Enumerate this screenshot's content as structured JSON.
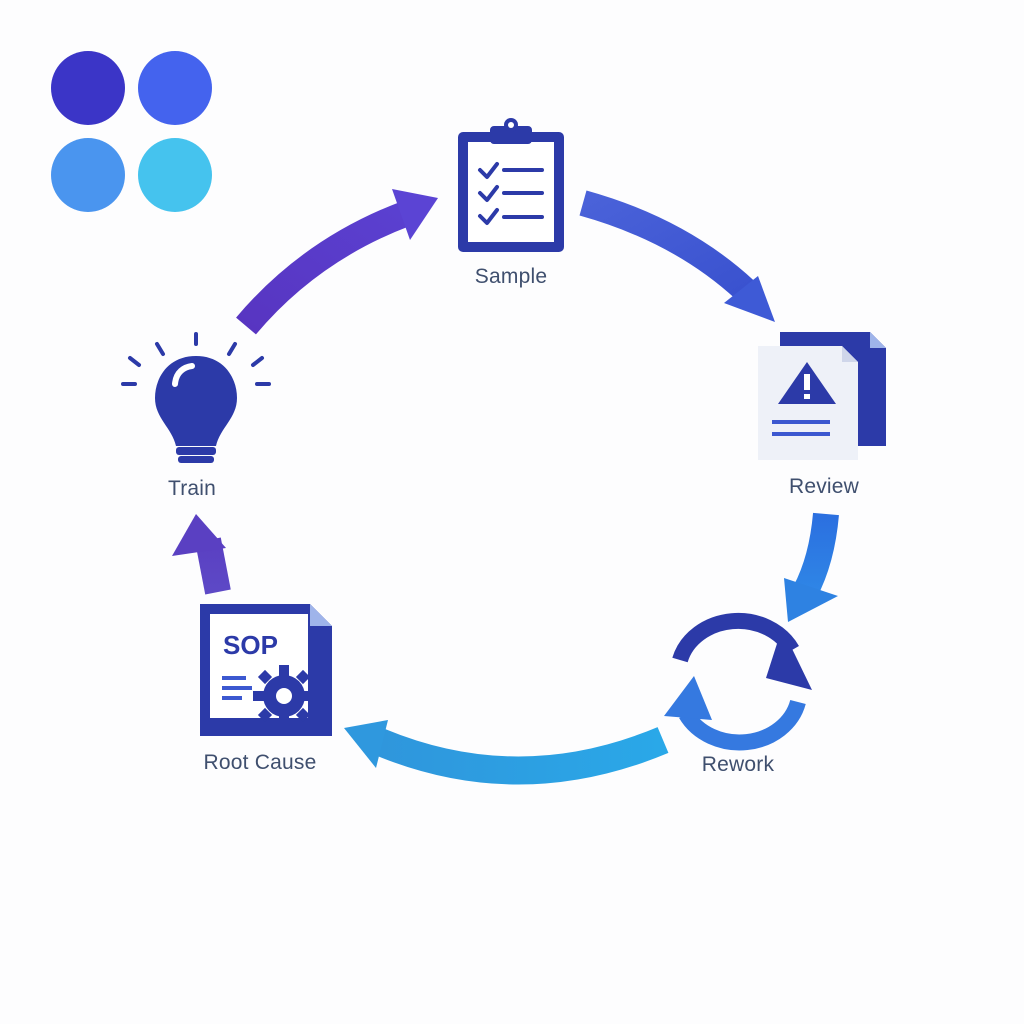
{
  "palette": {
    "colors": [
      "#3b35c7",
      "#4463ee",
      "#4a95ef",
      "#45c3ee"
    ],
    "navy": "#2c3aa8",
    "accent": "#3f4f6e"
  },
  "cycle": {
    "steps": [
      {
        "label": "Sample",
        "icon": "clipboard-checklist-icon"
      },
      {
        "label": "Review",
        "icon": "warning-document-icon"
      },
      {
        "label": "Rework",
        "icon": "refresh-cycle-icon"
      },
      {
        "label": "Root Cause",
        "icon": "sop-gear-document-icon"
      },
      {
        "label": "Train",
        "icon": "lightbulb-icon"
      }
    ],
    "sop_text": "SOP"
  }
}
